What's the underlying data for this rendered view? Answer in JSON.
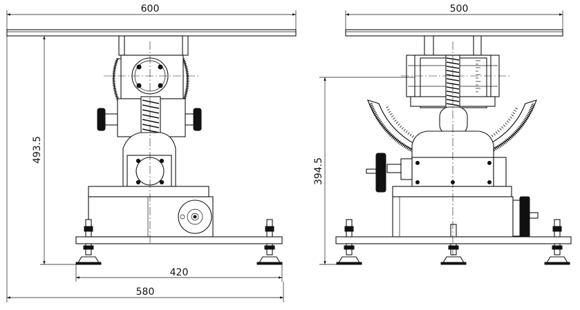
{
  "dimensions": {
    "left_top_width": "600",
    "left_height": "493.5",
    "left_base_width": "420",
    "left_total_width": "580",
    "right_top_width": "500",
    "right_height": "394.5"
  }
}
